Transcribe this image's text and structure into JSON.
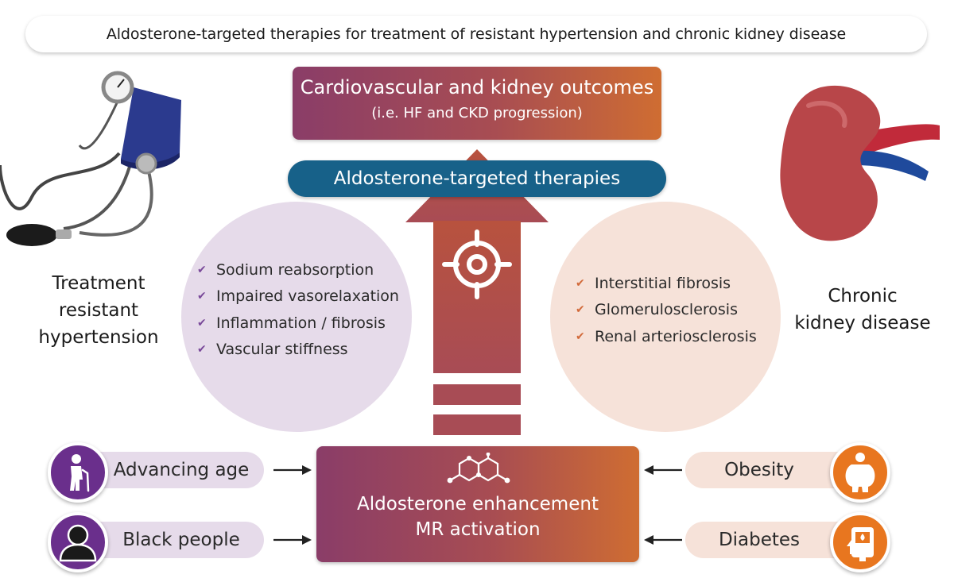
{
  "title": "Aldosterone-targeted therapies for treatment of resistant hypertension and chronic kidney disease",
  "outcomes": {
    "line1": "Cardiovascular and kidney outcomes",
    "line2": "(i.e. HF and CKD progression)"
  },
  "therapy_label": "Aldosterone-targeted therapies",
  "hypertension": {
    "label_lines": [
      "Treatment",
      "resistant",
      "hypertension"
    ],
    "mechanisms": [
      "Sodium reabsorption",
      "Impaired vasorelaxation",
      "Inflammation / fibrosis",
      "Vascular stiffness"
    ]
  },
  "ckd": {
    "label_lines": [
      "Chronic",
      "kidney disease"
    ],
    "mechanisms": [
      "Interstitial fibrosis",
      "Glomerulosclerosis",
      "Renal arteriosclerosis"
    ]
  },
  "center": {
    "line1": "Aldosterone enhancement",
    "line2": "MR activation"
  },
  "risk_factors": {
    "left": [
      {
        "label": "Advancing age",
        "icon": "elderly-person-icon"
      },
      {
        "label": "Black people",
        "icon": "person-icon"
      }
    ],
    "right": [
      {
        "label": "Obesity",
        "icon": "obese-person-icon"
      },
      {
        "label": "Diabetes",
        "icon": "glucose-meter-icon"
      }
    ]
  },
  "colors": {
    "purple": "#6a2f8c",
    "orange": "#e8761f",
    "blue": "#176189",
    "arrow": "#a84d52",
    "left_tint": "#e6dbea",
    "right_tint": "#f6e2d9"
  }
}
